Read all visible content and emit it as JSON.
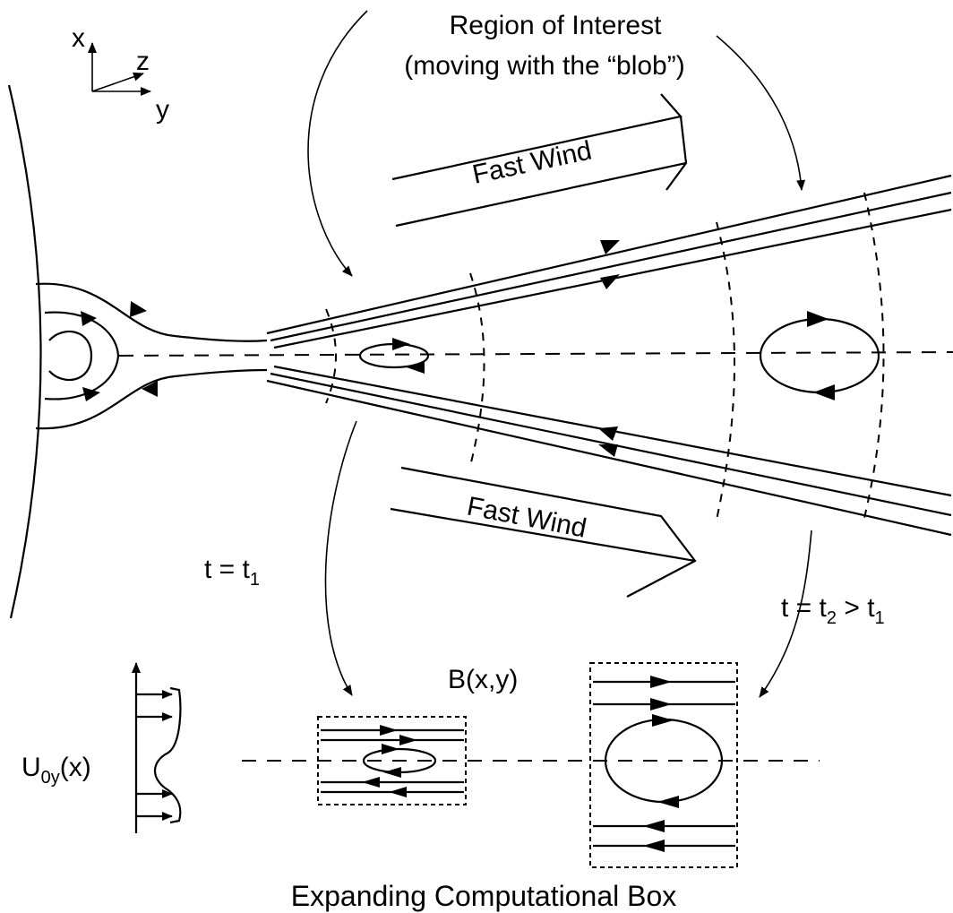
{
  "axes": {
    "x": "x",
    "y": "y",
    "z": "z"
  },
  "region": {
    "line1": "Region of Interest",
    "line2": "(moving with the “blob”)"
  },
  "wind": {
    "upper": "Fast Wind",
    "lower": "Fast Wind"
  },
  "time1": {
    "t": "t",
    "eq": " = t",
    "sub": "1"
  },
  "time2": {
    "t": "t",
    "eq": " = t",
    "sub2": "2",
    "gt": " > t",
    "sub1": "1"
  },
  "field": {
    "label": "B(x,y)"
  },
  "velocity": {
    "u": "U",
    "sub": "0y",
    "arg": "(x)"
  },
  "box_caption": "Expanding Computational Box"
}
